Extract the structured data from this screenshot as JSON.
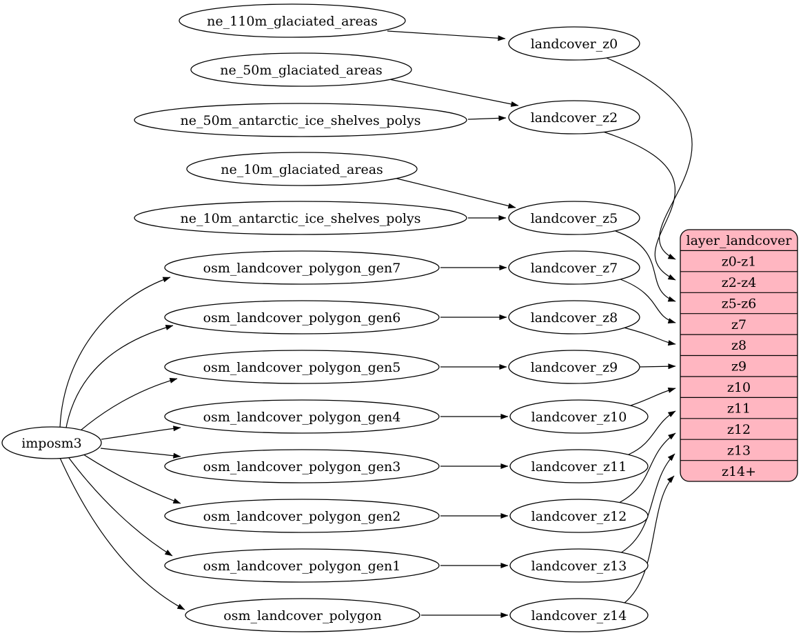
{
  "nodes": {
    "imposm3": "imposm3",
    "ne_110m_glaciated_areas": "ne_110m_glaciated_areas",
    "ne_50m_glaciated_areas": "ne_50m_glaciated_areas",
    "ne_50m_antarctic_ice_shelves_polys": "ne_50m_antarctic_ice_shelves_polys",
    "ne_10m_glaciated_areas": "ne_10m_glaciated_areas",
    "ne_10m_antarctic_ice_shelves_polys": "ne_10m_antarctic_ice_shelves_polys",
    "osm_landcover_polygon_gen7": "osm_landcover_polygon_gen7",
    "osm_landcover_polygon_gen6": "osm_landcover_polygon_gen6",
    "osm_landcover_polygon_gen5": "osm_landcover_polygon_gen5",
    "osm_landcover_polygon_gen4": "osm_landcover_polygon_gen4",
    "osm_landcover_polygon_gen3": "osm_landcover_polygon_gen3",
    "osm_landcover_polygon_gen2": "osm_landcover_polygon_gen2",
    "osm_landcover_polygon_gen1": "osm_landcover_polygon_gen1",
    "osm_landcover_polygon": "osm_landcover_polygon",
    "landcover_z0": "landcover_z0",
    "landcover_z2": "landcover_z2",
    "landcover_z5": "landcover_z5",
    "landcover_z7": "landcover_z7",
    "landcover_z8": "landcover_z8",
    "landcover_z9": "landcover_z9",
    "landcover_z10": "landcover_z10",
    "landcover_z11": "landcover_z11",
    "landcover_z12": "landcover_z12",
    "landcover_z13": "landcover_z13",
    "landcover_z14": "landcover_z14"
  },
  "table": {
    "title": "layer_landcover",
    "rows": [
      "z0-z1",
      "z2-z4",
      "z5-z6",
      "z7",
      "z8",
      "z9",
      "z10",
      "z11",
      "z12",
      "z13",
      "z14+"
    ]
  },
  "edges": [
    {
      "from": "ne_110m_glaciated_areas",
      "to": "landcover_z0"
    },
    {
      "from": "ne_50m_glaciated_areas",
      "to": "landcover_z2"
    },
    {
      "from": "ne_50m_antarctic_ice_shelves_polys",
      "to": "landcover_z2"
    },
    {
      "from": "ne_10m_glaciated_areas",
      "to": "landcover_z5"
    },
    {
      "from": "ne_10m_antarctic_ice_shelves_polys",
      "to": "landcover_z5"
    },
    {
      "from": "imposm3",
      "to": "osm_landcover_polygon_gen7"
    },
    {
      "from": "imposm3",
      "to": "osm_landcover_polygon_gen6"
    },
    {
      "from": "imposm3",
      "to": "osm_landcover_polygon_gen5"
    },
    {
      "from": "imposm3",
      "to": "osm_landcover_polygon_gen4"
    },
    {
      "from": "imposm3",
      "to": "osm_landcover_polygon_gen3"
    },
    {
      "from": "imposm3",
      "to": "osm_landcover_polygon_gen2"
    },
    {
      "from": "imposm3",
      "to": "osm_landcover_polygon_gen1"
    },
    {
      "from": "imposm3",
      "to": "osm_landcover_polygon"
    },
    {
      "from": "osm_landcover_polygon_gen7",
      "to": "landcover_z7"
    },
    {
      "from": "osm_landcover_polygon_gen6",
      "to": "landcover_z8"
    },
    {
      "from": "osm_landcover_polygon_gen5",
      "to": "landcover_z9"
    },
    {
      "from": "osm_landcover_polygon_gen4",
      "to": "landcover_z10"
    },
    {
      "from": "osm_landcover_polygon_gen3",
      "to": "landcover_z11"
    },
    {
      "from": "osm_landcover_polygon_gen2",
      "to": "landcover_z12"
    },
    {
      "from": "osm_landcover_polygon_gen1",
      "to": "landcover_z13"
    },
    {
      "from": "osm_landcover_polygon",
      "to": "landcover_z14"
    },
    {
      "from": "landcover_z0",
      "to": "layer_landcover:z0-z1"
    },
    {
      "from": "landcover_z2",
      "to": "layer_landcover:z2-z4"
    },
    {
      "from": "landcover_z5",
      "to": "layer_landcover:z5-z6"
    },
    {
      "from": "landcover_z7",
      "to": "layer_landcover:z7"
    },
    {
      "from": "landcover_z8",
      "to": "layer_landcover:z8"
    },
    {
      "from": "landcover_z9",
      "to": "layer_landcover:z9"
    },
    {
      "from": "landcover_z10",
      "to": "layer_landcover:z10"
    },
    {
      "from": "landcover_z11",
      "to": "layer_landcover:z11"
    },
    {
      "from": "landcover_z12",
      "to": "layer_landcover:z12"
    },
    {
      "from": "landcover_z13",
      "to": "layer_landcover:z13"
    },
    {
      "from": "landcover_z14",
      "to": "layer_landcover:z14+"
    }
  ],
  "colors": {
    "table_fill": "#ffb6c1",
    "node_fill": "#ffffff",
    "line": "#000000",
    "background": "#ffffff"
  }
}
